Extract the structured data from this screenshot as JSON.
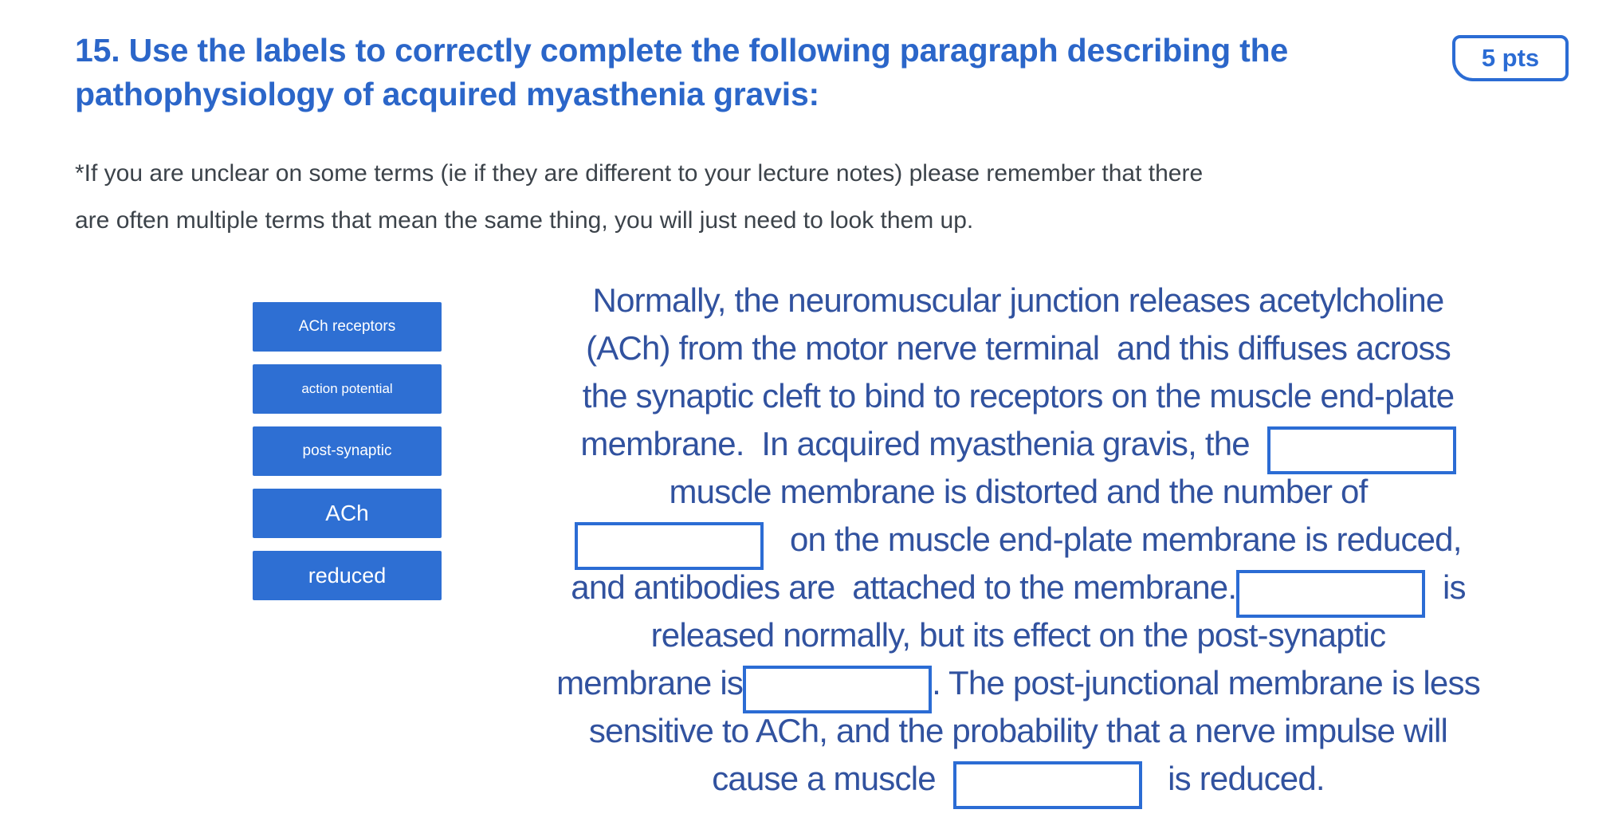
{
  "question": {
    "title": "15. Use the labels to correctly complete the following paragraph describing the pathophysiology of acquired myasthenia gravis:",
    "points_badge": "5 pts",
    "note_lines": [
      "*If you are unclear on some terms (ie if they are different to your lecture notes) please remember that there",
      "are often multiple terms that mean the same thing, you will just need to look them up."
    ]
  },
  "label_bank": {
    "labels": [
      "ACh receptors",
      "action potential",
      "post-synaptic",
      "ACh",
      "reduced"
    ]
  },
  "paragraph": {
    "lines": [
      [
        {
          "text": "Normally, the neuromuscular junction releases acetylcholine"
        }
      ],
      [
        {
          "text": "(ACh) from the motor nerve terminal  and this diffuses across"
        }
      ],
      [
        {
          "text": "the synaptic cleft to bind to receptors on the muscle end-plate"
        }
      ],
      [
        {
          "text": "membrane.  In acquired myasthenia gravis, the  "
        },
        {
          "blank": true
        }
      ],
      [
        {
          "text": "muscle membrane is distorted and the number of"
        }
      ],
      [
        {
          "blank": true
        },
        {
          "text": "   on the muscle end-plate membrane is reduced,"
        }
      ],
      [
        {
          "text": "and antibodies are  attached to the membrane."
        },
        {
          "blank": true
        },
        {
          "text": "  is"
        }
      ],
      [
        {
          "text": "released normally, but its effect on the post-synaptic"
        }
      ],
      [
        {
          "text": "membrane is"
        },
        {
          "blank": true
        },
        {
          "text": ". The post-junctional membrane is less"
        }
      ],
      [
        {
          "text": "sensitive to ACh, and the probability that a nerve impulse will"
        }
      ],
      [
        {
          "text": "cause a muscle  "
        },
        {
          "blank": true
        },
        {
          "text": "   is reduced."
        }
      ]
    ]
  },
  "colors": {
    "title_blue": "#2b66c9",
    "badge_blue": "#2b6cd4",
    "button_blue": "#2e6fd3",
    "box_border_blue": "#2b6cd4",
    "paragraph_navy": "#31529f"
  }
}
